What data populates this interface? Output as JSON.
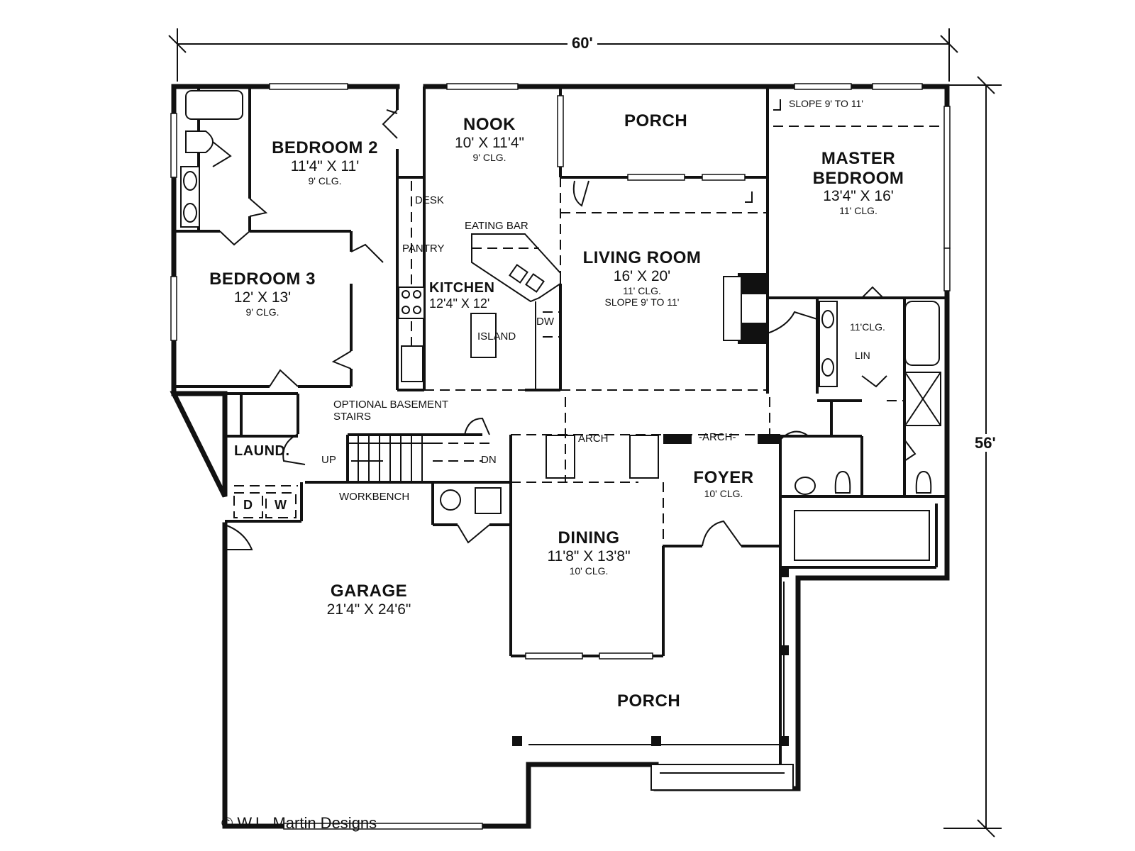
{
  "dimensions": {
    "width_label": "60'",
    "depth_label": "56'"
  },
  "rooms": {
    "bedroom2": {
      "name": "BEDROOM 2",
      "size": "11'4\" X 11'",
      "ceiling": "9' CLG."
    },
    "bedroom3": {
      "name": "BEDROOM 3",
      "size": "12' X 13'",
      "ceiling": "9' CLG."
    },
    "nook": {
      "name": "NOOK",
      "size": "10' X 11'4\"",
      "ceiling": "9' CLG."
    },
    "porch_rear": {
      "name": "PORCH"
    },
    "master": {
      "name_line1": "MASTER",
      "name_line2": "BEDROOM",
      "size": "13'4\" X 16'",
      "ceiling": "11' CLG.",
      "slope": "SLOPE 9' TO 11'"
    },
    "kitchen": {
      "name": "KITCHEN",
      "size": "12'4\" X 12'"
    },
    "living": {
      "name": "LIVING ROOM",
      "size": "16' X 20'",
      "ceiling": "11' CLG.",
      "slope": "SLOPE 9' TO 11'"
    },
    "laundry": {
      "name": "LAUND."
    },
    "foyer": {
      "name": "FOYER",
      "ceiling": "10' CLG."
    },
    "dining": {
      "name": "DINING",
      "size": "11'8\" X 13'8\"",
      "ceiling": "10' CLG."
    },
    "garage": {
      "name": "GARAGE",
      "size": "21'4\" X 24'6\""
    },
    "porch_front": {
      "name": "PORCH"
    }
  },
  "annotations": {
    "desk": "DESK",
    "eating_bar": "EATING BAR",
    "pantry": "PANTRY",
    "island": "ISLAND",
    "dw": "DW",
    "basement_line1": "OPTIONAL BASEMENT",
    "basement_line2": "STAIRS",
    "up": "UP",
    "dn": "DN",
    "arch1": "ARCH",
    "arch2": "-ARCH-",
    "workbench": "WORKBENCH",
    "dryer": "D",
    "washer": "W",
    "bath_ceiling": "11'CLG.",
    "linen": "LIN"
  },
  "credit": "© W.L. Martin Designs"
}
